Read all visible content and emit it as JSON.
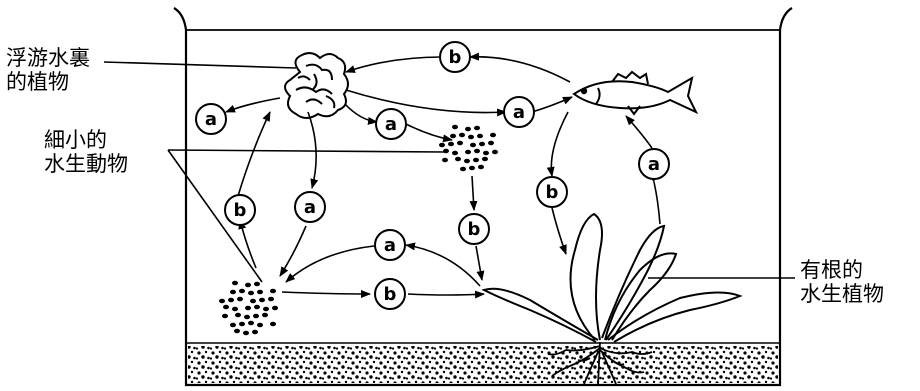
{
  "labels": {
    "plankton_plants": [
      "浮游水裏",
      "的植物"
    ],
    "small_animals": [
      "細小的",
      "水生動物"
    ],
    "rooted_plants": [
      "有根的",
      "水生植物"
    ]
  },
  "markers": {
    "a": "a",
    "b": "b"
  },
  "colors": {
    "ink": "#000000",
    "background": "#ffffff"
  }
}
